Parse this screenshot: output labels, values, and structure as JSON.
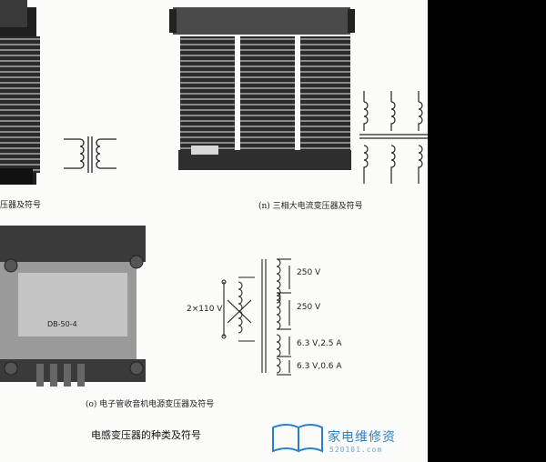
{
  "captions": {
    "left_top": "压器及符号",
    "three_phase": "(n) 三相大电流变压器及符号",
    "power_transformer": "(o) 电子管收音机电源变压器及符号",
    "figure_title": "电感变压器的种类及符号"
  },
  "labels": {
    "primary": "2×110 V",
    "sec1": "250 V",
    "sec2": "250 V",
    "sec3": "6.3 V,2.5 A",
    "sec4": "6.3 V,0.6 A",
    "model": "DB-50-4"
  },
  "watermark": {
    "name": "家电维修资",
    "url": "520101.com"
  },
  "colors": {
    "watermark": "#2a7fc9",
    "ink": "#1a1a1a"
  }
}
